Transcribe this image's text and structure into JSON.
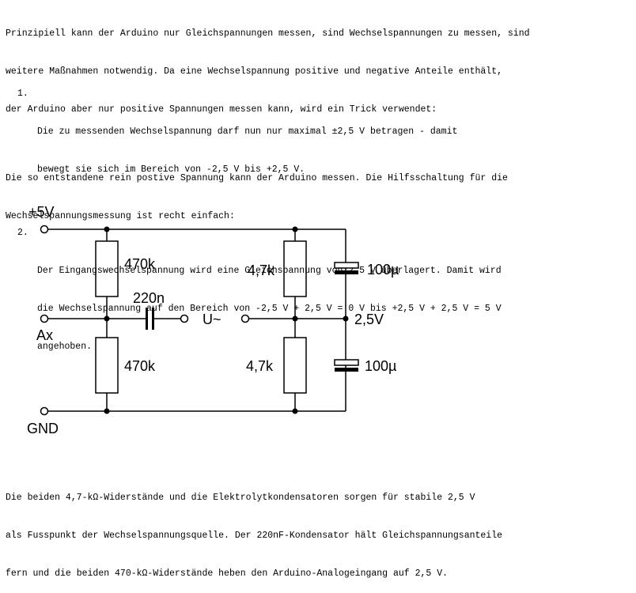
{
  "intro_lines": [
    "Prinzipiell kann der Arduino nur Gleichspannungen messen, sind Wechselspannungen zu messen, sind",
    "weitere Maßnahmen notwendig. Da eine Wechselspannung positive und negative Anteile enthält,",
    "der Arduino aber nur positive Spannungen messen kann, wird ein Trick verwendet:"
  ],
  "list": [
    {
      "num": "1.",
      "lines": [
        "Die zu messenden Wechselspannung darf nun nur maximal ±2,5 V betragen - damit",
        "bewegt sie sich im Bereich von -2,5 V bis +2,5 V."
      ]
    },
    {
      "num": "2.",
      "lines": [
        "Der Eingangswechselspannung wird eine Gleichspannung von 2,5 V überlagert. Damit wird",
        "die Wechselspannung auf den Bereich von -2,5 V + 2,5 V = 0 V bis +2,5 V + 2,5 V = 5 V",
        "angehoben."
      ]
    }
  ],
  "middle_lines": [
    "Die so entstandene rein postive Spannung kann der Arduino messen. Die Hilfsschaltung für die",
    "Wechselspannungsmessung ist recht einfach:"
  ],
  "circuit": {
    "vcc": "+5V",
    "gnd": "GND",
    "ax": "Ax",
    "r_top_left": "470k",
    "r_bottom_left": "470k",
    "coupling_cap": "220n",
    "ac_source": "U~",
    "r_top_right": "4,7k",
    "r_bottom_right": "4,7k",
    "c_top": "100µ",
    "c_bottom": "100µ",
    "mid_voltage": "2,5V"
  },
  "closing_lines": [
    "Die beiden 4,7-kΩ-Widerstände und die Elektrolytkondensatoren sorgen für stabile 2,5 V",
    "als Fusspunkt der Wechselspannungsquelle. Der 220nF-Kondensator hält Gleichspannungsanteile",
    "fern und die beiden 470-kΩ-Widerstände heben den Arduino-Analogeingang auf 2,5 V."
  ]
}
